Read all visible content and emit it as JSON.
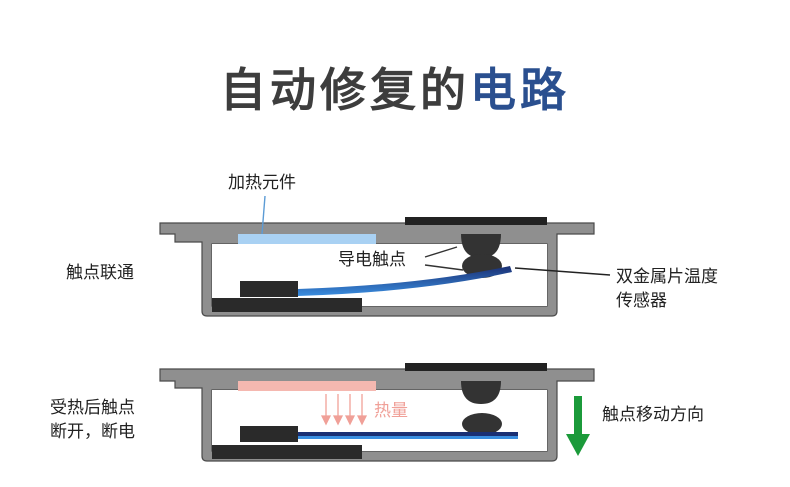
{
  "title": {
    "main": "自动修复的",
    "accent": "电路"
  },
  "top_panel": {
    "heater_label": "加热元件",
    "contacts_label": "导电触点",
    "state_label": "触点联通",
    "bimetal_label_line1": "双金属片温度",
    "bimetal_label_line2": "传感器"
  },
  "bottom_panel": {
    "state_label_line1": "受热后触点",
    "state_label_line2": "断开，断电",
    "heat_label": "热量",
    "movement_label": "触点移动方向"
  },
  "colors": {
    "accent": "#2a4f8f",
    "heater_cold": "#a9d1f3",
    "heater_hot": "#f5b8b0",
    "bimetal_top": "#1a2f73",
    "bimetal_bottom": "#3a8ee0",
    "arrow_green": "#1b9a3a",
    "housing": "#8c8c8c"
  }
}
